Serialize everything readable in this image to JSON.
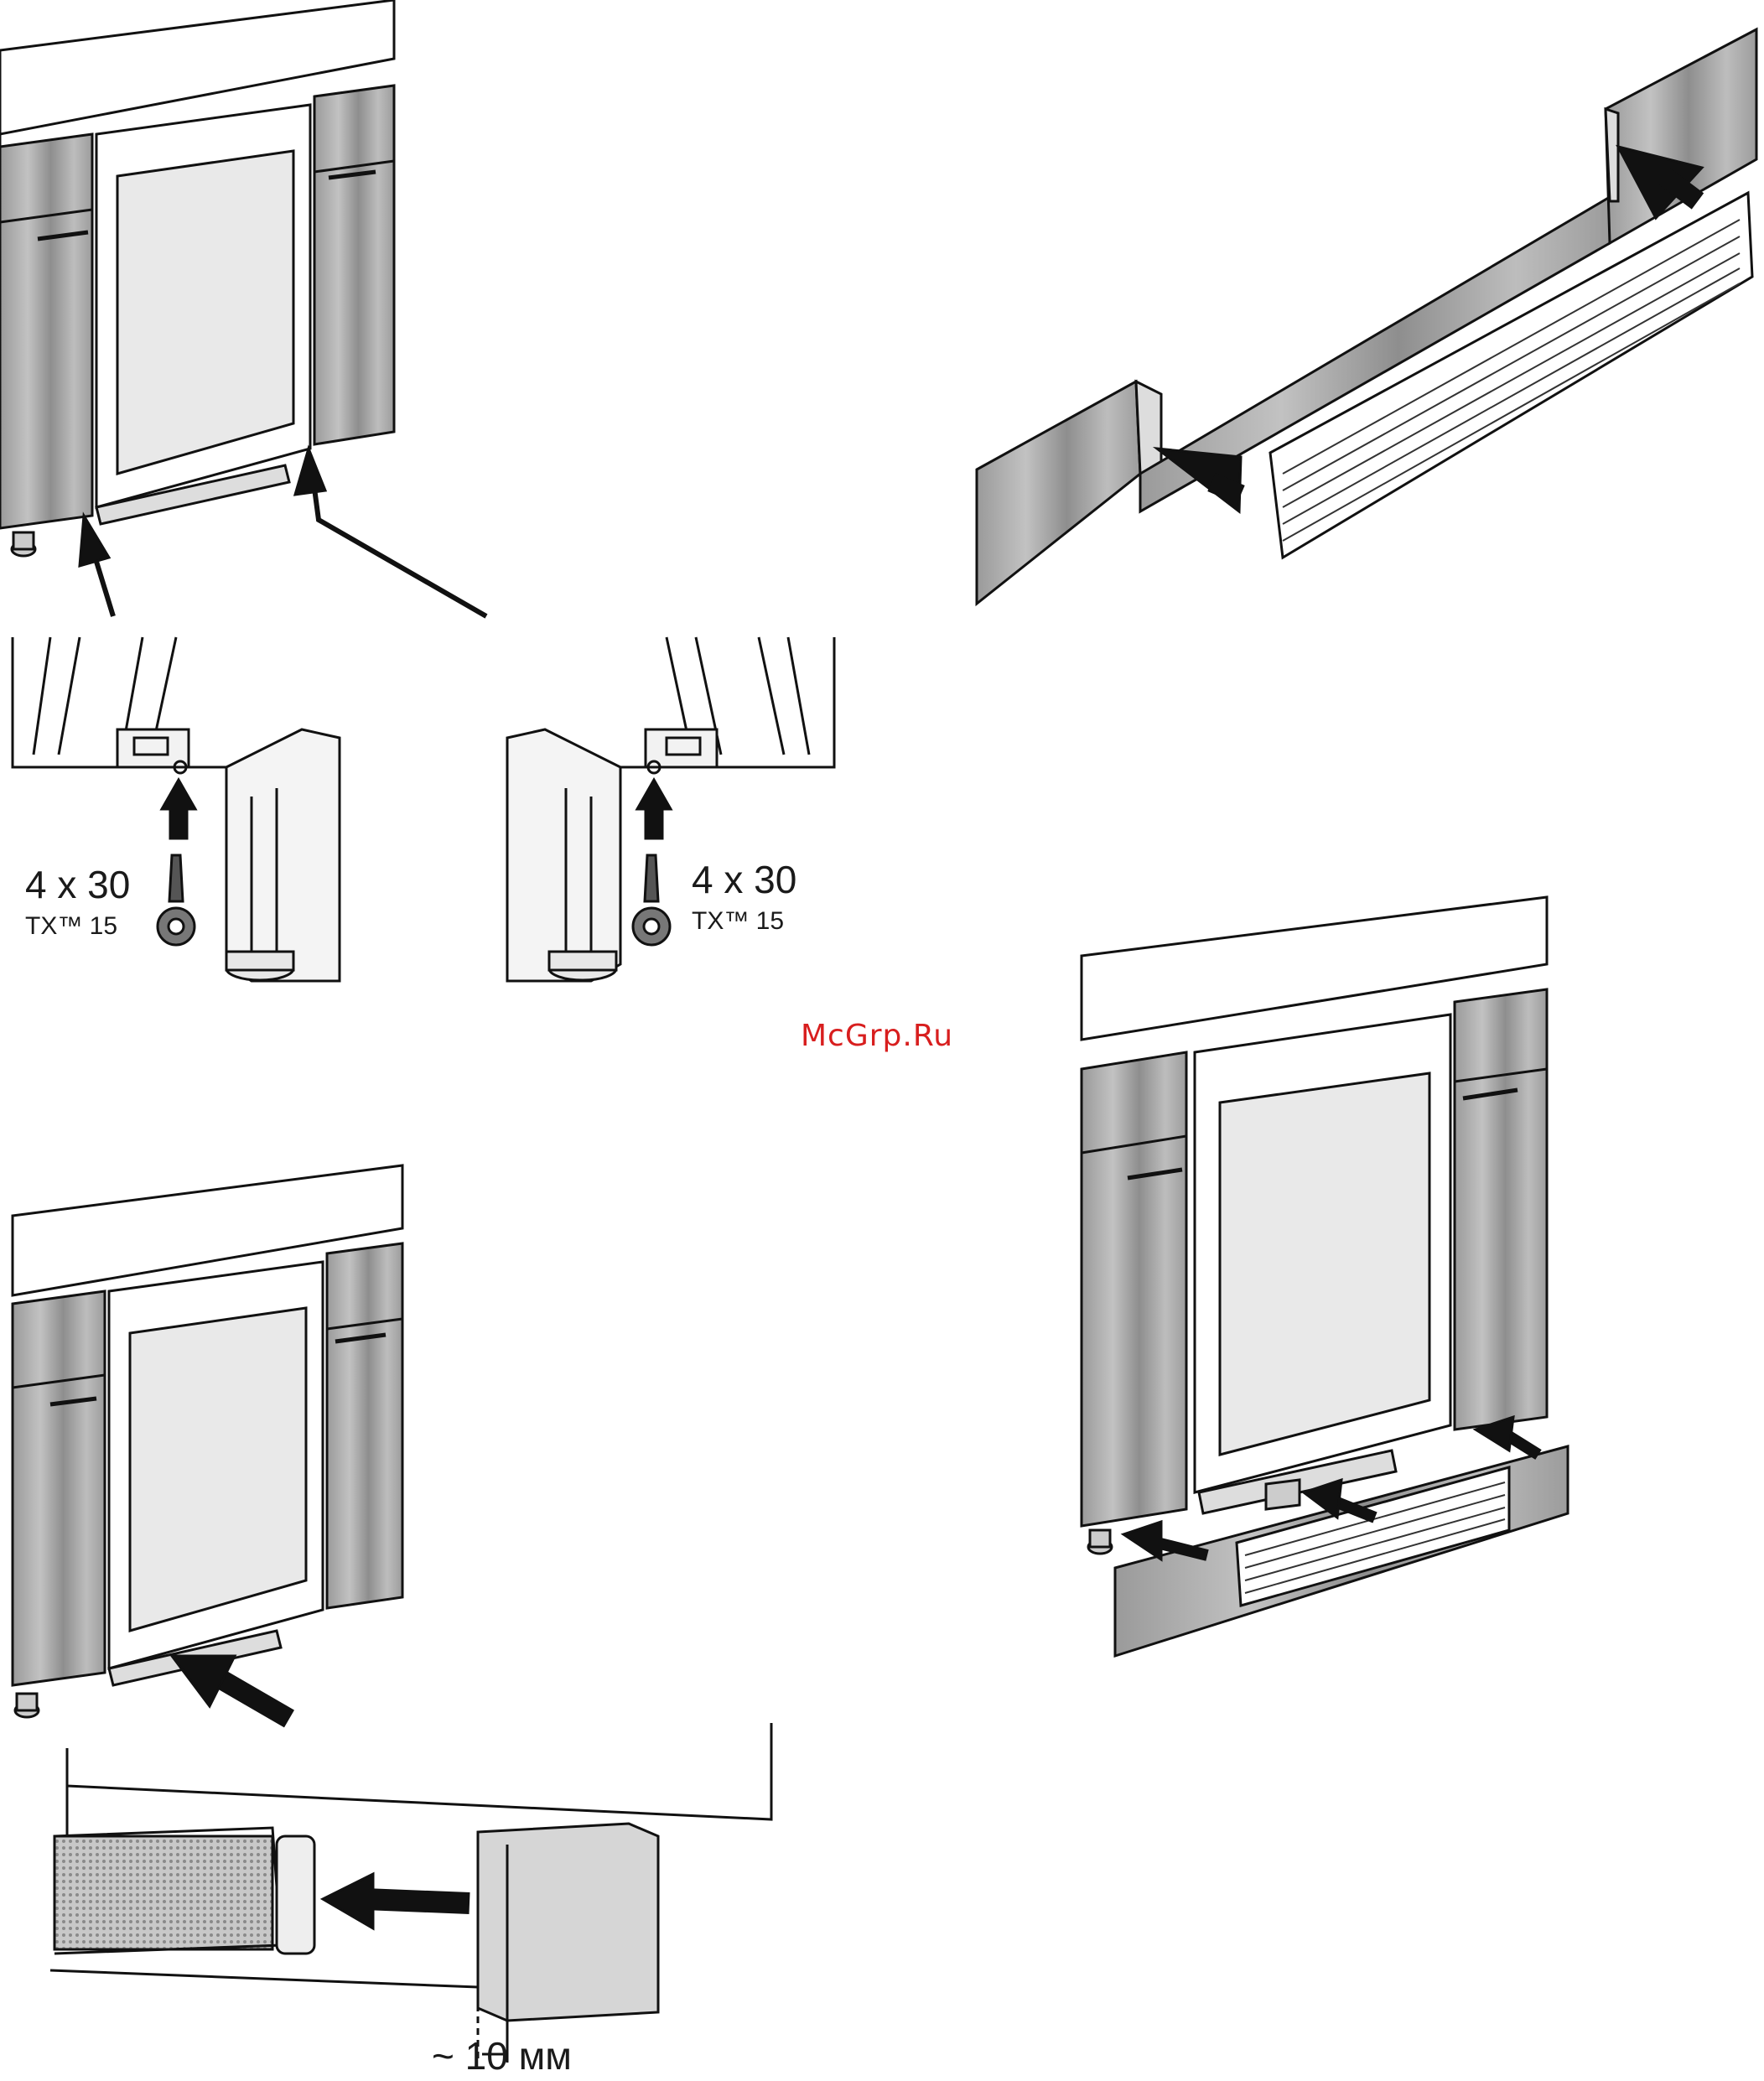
{
  "labels": {
    "screw_left_size": "4 x 30",
    "screw_left_drive": "TX™ 15",
    "screw_right_size": "4 x 30",
    "screw_right_drive": "TX™ 15",
    "gap_dimension": "~ 10 мм"
  },
  "watermark": "McGrp.Ru",
  "colors": {
    "line": "#111111",
    "wood": "#a9a9a9",
    "glass": "#e9e9e9",
    "arrow": "#1a1a1a",
    "watermark": "#d81e1e"
  }
}
